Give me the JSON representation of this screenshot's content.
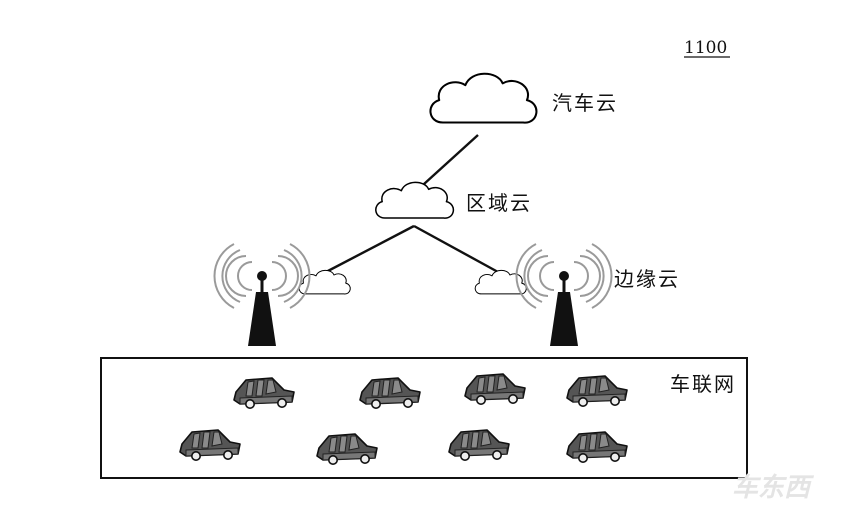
{
  "figure_number": "1100",
  "labels": {
    "car_cloud": "汽车云",
    "regional_cloud": "区域云",
    "edge_cloud": "边缘云",
    "iov": "车联网"
  },
  "watermark": "车东西",
  "colors": {
    "stroke": "#000000",
    "cloud_fill": "#ffffff",
    "tower": "#111111",
    "signal": "#9a9a9a",
    "car": "#555555"
  },
  "counts": {
    "cars": 8,
    "towers": 2
  }
}
